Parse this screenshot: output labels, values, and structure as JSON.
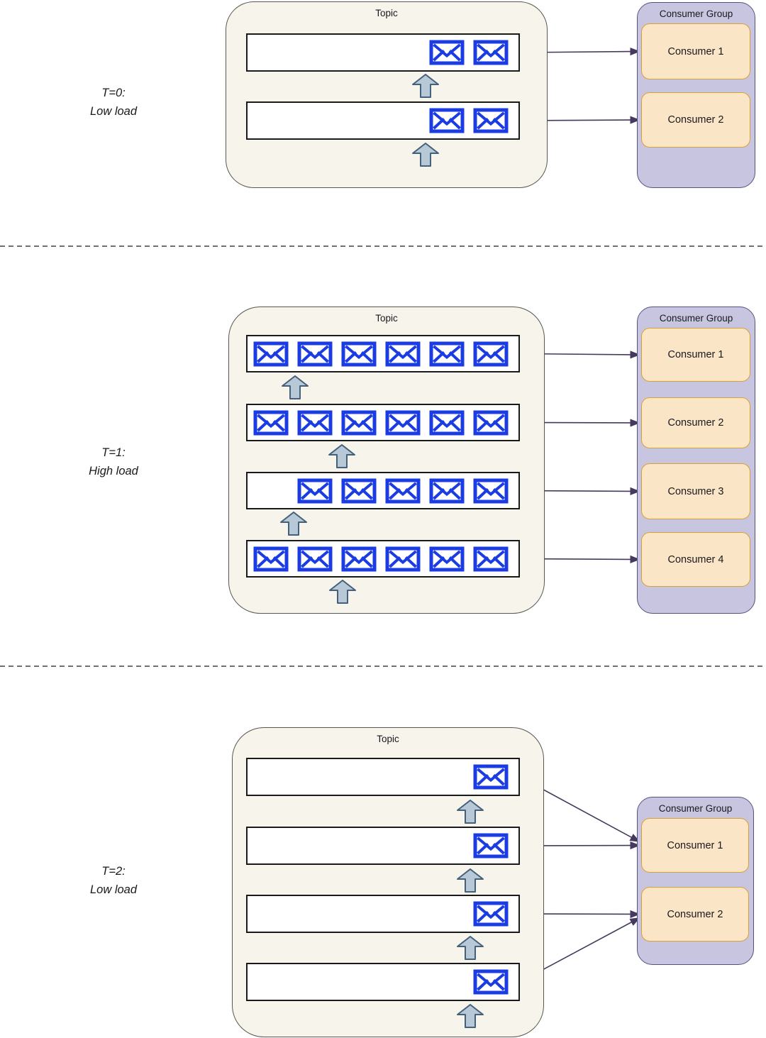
{
  "diagram": {
    "colors": {
      "canvas_bg": "#ffffff",
      "topic_fill": "#f7f4ec",
      "topic_border": "#58574f",
      "partition_fill": "#ffffff",
      "partition_border": "#1a1a1a",
      "envelope_blue": "#1b3ce2",
      "producer_arrow_fill": "#b7c9d6",
      "producer_arrow_border": "#44607a",
      "group_fill": "#c7c5df",
      "group_border": "#56517e",
      "consumer_fill": "#fbe5c7",
      "consumer_border": "#d8a138",
      "connector": "#45395e",
      "separator": "#1a1a1a",
      "text": "#1a1a1a"
    },
    "sections": [
      {
        "label": [
          "T=0:",
          "Low load"
        ],
        "topic_title": "Topic",
        "partitions": [
          {
            "messages": 2
          },
          {
            "messages": 2
          }
        ],
        "group_title": "Consumer Group",
        "consumers": [
          "Consumer 1",
          "Consumer 2"
        ],
        "connections": [
          {
            "from_partition": 0,
            "to_consumer": 0
          },
          {
            "from_partition": 1,
            "to_consumer": 1
          }
        ]
      },
      {
        "label": [
          "T=1:",
          "High load"
        ],
        "topic_title": "Topic",
        "partitions": [
          {
            "messages": 6
          },
          {
            "messages": 6
          },
          {
            "messages": 5
          },
          {
            "messages": 6
          }
        ],
        "group_title": "Consumer Group",
        "consumers": [
          "Consumer 1",
          "Consumer 2",
          "Consumer 3",
          "Consumer 4"
        ],
        "connections": [
          {
            "from_partition": 0,
            "to_consumer": 0
          },
          {
            "from_partition": 1,
            "to_consumer": 1
          },
          {
            "from_partition": 2,
            "to_consumer": 2
          },
          {
            "from_partition": 3,
            "to_consumer": 3
          }
        ]
      },
      {
        "label": [
          "T=2:",
          "Low load"
        ],
        "topic_title": "Topic",
        "partitions": [
          {
            "messages": 1
          },
          {
            "messages": 1
          },
          {
            "messages": 1
          },
          {
            "messages": 1
          }
        ],
        "group_title": "Consumer Group",
        "consumers": [
          "Consumer 1",
          "Consumer 2"
        ],
        "connections": [
          {
            "from_partition": 0,
            "to_consumer": 0
          },
          {
            "from_partition": 1,
            "to_consumer": 0
          },
          {
            "from_partition": 2,
            "to_consumer": 1
          },
          {
            "from_partition": 3,
            "to_consumer": 1
          }
        ]
      }
    ]
  }
}
